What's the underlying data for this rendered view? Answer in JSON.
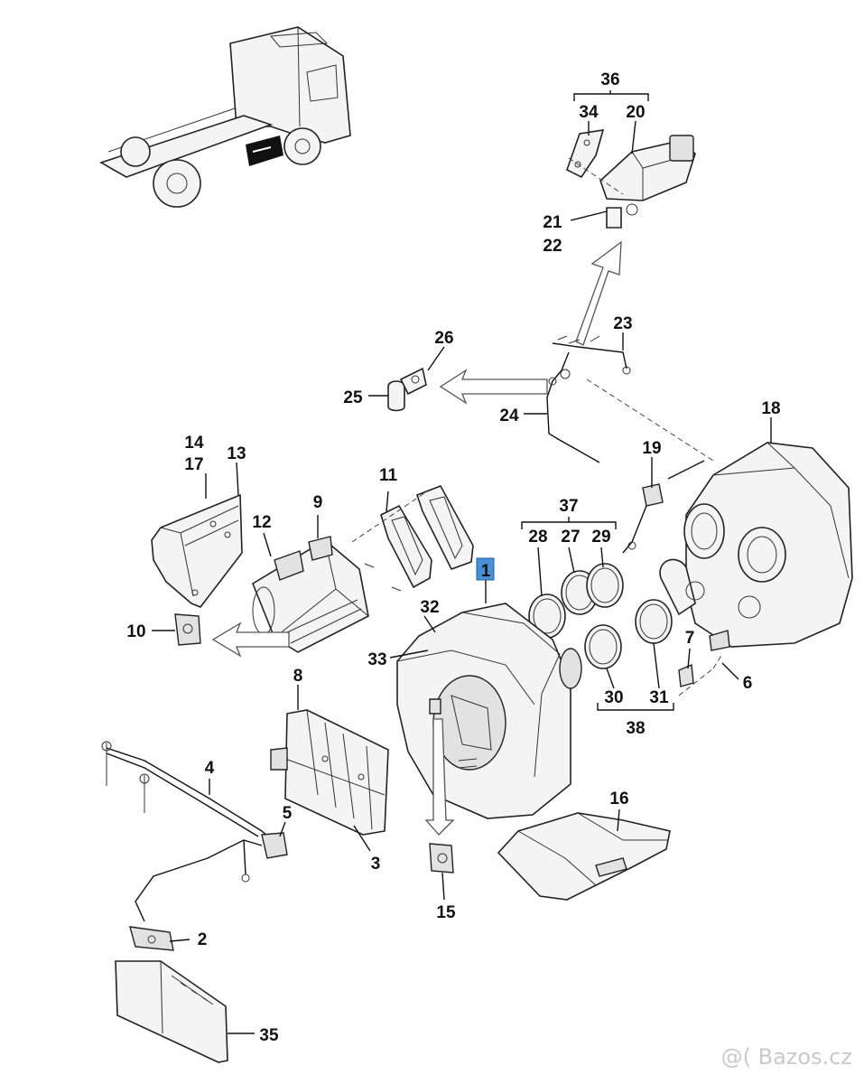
{
  "diagram": {
    "highlighted_part": "1",
    "highlight_color": "#4a90d9",
    "labels": {
      "p1": "1",
      "p2": "2",
      "p3": "3",
      "p4": "4",
      "p5": "5",
      "p6": "6",
      "p7": "7",
      "p8": "8",
      "p9": "9",
      "p10": "10",
      "p11": "11",
      "p12": "12",
      "p13": "13",
      "p14": "14",
      "p15": "15",
      "p16": "16",
      "p17": "17",
      "p18": "18",
      "p19": "19",
      "p20": "20",
      "p21": "21",
      "p22": "22",
      "p23": "23",
      "p24": "24",
      "p25": "25",
      "p26": "26",
      "p27": "27",
      "p28": "28",
      "p29": "29",
      "p30": "30",
      "p31": "31",
      "p32": "32",
      "p33": "33",
      "p34": "34",
      "p35": "35",
      "p36": "36",
      "p37": "37",
      "p38": "38"
    }
  },
  "watermark": "@( Bazos.cz"
}
